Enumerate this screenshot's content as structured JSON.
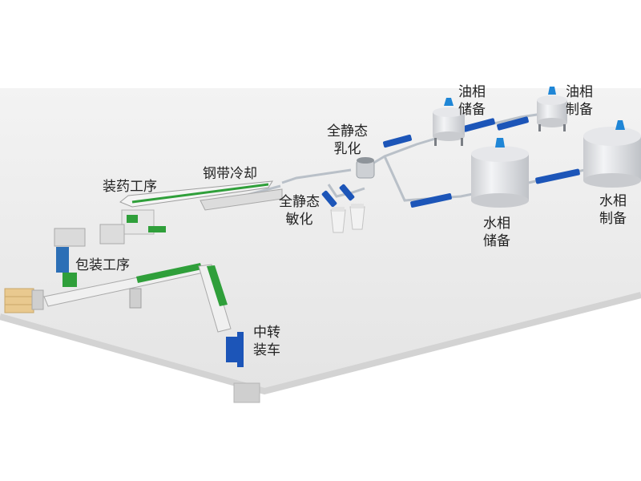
{
  "labels": {
    "oil_storage": [
      "油相",
      "储备"
    ],
    "oil_prep": [
      "油相",
      "制备"
    ],
    "emulsify": [
      "全静态",
      "乳化"
    ],
    "water_storage": [
      "水相",
      "储备"
    ],
    "water_prep": [
      "水相",
      "制备"
    ],
    "sensitize": [
      "全静态",
      "敏化"
    ],
    "belt_cooling": "钢带冷却",
    "charging": "装药工序",
    "packaging": "包装工序",
    "transfer": [
      "中转",
      "装车"
    ]
  },
  "colors": {
    "background": "#ffffff",
    "floor": "#ececec",
    "floor_edge": "#d6d6d6",
    "tank": "#e6e7ea",
    "tank_shade": "#c9cbcf",
    "agitator": "#1f86d6",
    "pump": "#1c55b8",
    "pipe": "#b9c0c8",
    "conveyor_green": "#2f9f3a",
    "conveyor_white": "#f4f4f4",
    "pallet": "#e9c98f"
  }
}
